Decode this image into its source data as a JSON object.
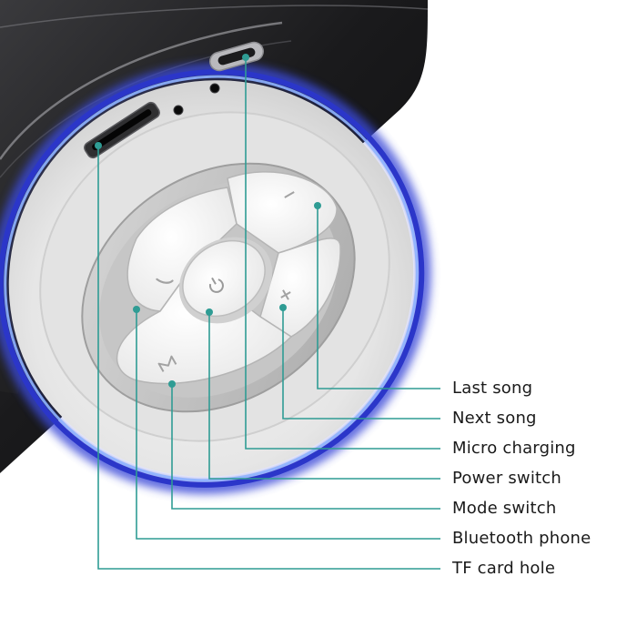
{
  "callouts": [
    {
      "id": "last-song",
      "label": "Last song"
    },
    {
      "id": "next-song",
      "label": "Next song"
    },
    {
      "id": "micro-charging",
      "label": "Micro charging"
    },
    {
      "id": "power-switch",
      "label": "Power switch"
    },
    {
      "id": "mode-switch",
      "label": "Mode switch"
    },
    {
      "id": "bluetooth-phone",
      "label": "Bluetooth phone"
    },
    {
      "id": "tf-card-hole",
      "label": "TF card hole"
    }
  ],
  "colors": {
    "leader_line": "#2f9c94",
    "ring_glow": "#3a49d8",
    "body": "#1c1c1e",
    "button_face": "#f2f2f2",
    "button_tray": "#bdbdbd"
  },
  "icons": {
    "power": "power-icon",
    "mode": "mode-m-icon",
    "plus": "plus-icon",
    "minus": "minus-icon",
    "phone": "phone-icon"
  }
}
